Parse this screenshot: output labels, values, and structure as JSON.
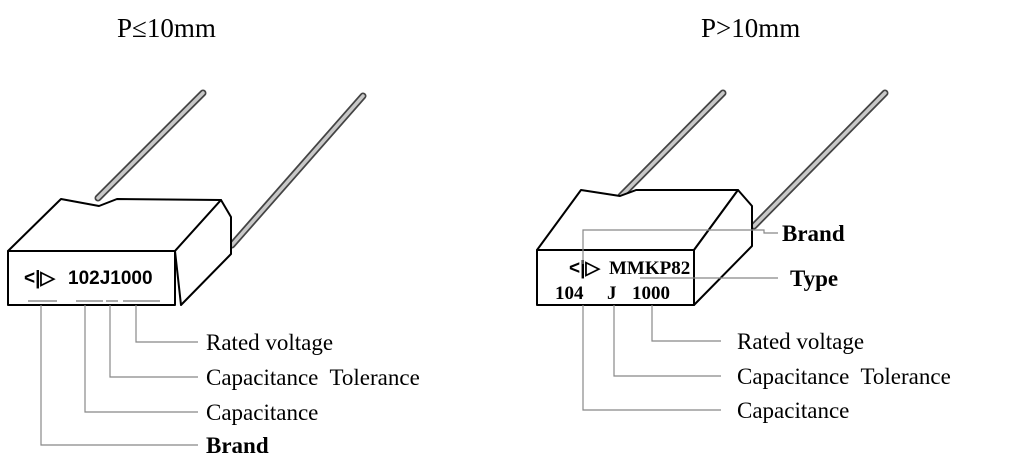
{
  "left": {
    "title": "P≤10mm",
    "marking": "102J1000",
    "labels": {
      "rated_voltage": "Rated voltage",
      "tolerance": "Capacitance  Tolerance",
      "capacitance": "Capacitance",
      "brand": "Brand"
    }
  },
  "right": {
    "title": "P>10mm",
    "marking_type": "MMKP82",
    "marking_cap": "104",
    "marking_tol": "J",
    "marking_volt": "1000",
    "labels": {
      "brand": "Brand",
      "type": "Type",
      "rated_voltage": "Rated voltage",
      "tolerance": "Capacitance  Tolerance",
      "capacitance": "Capacitance"
    }
  }
}
